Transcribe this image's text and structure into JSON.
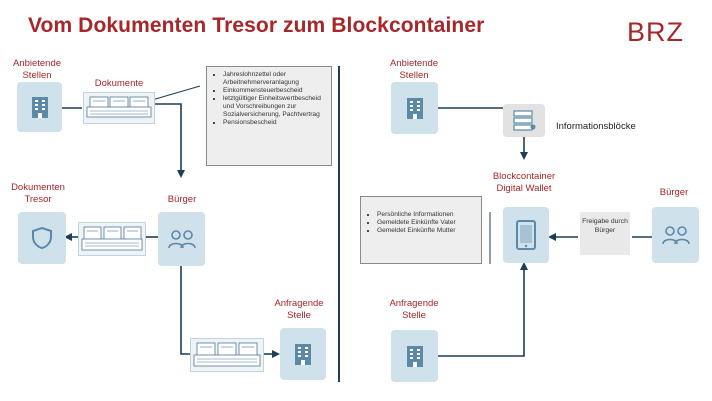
{
  "title": "Vom Dokumenten Tresor zum Blockcontainer",
  "brand": "BRZ",
  "left": {
    "anbietende_label": "Anbietende Stellen",
    "dokumente_label": "Dokumente",
    "tresor_label": "Dokumenten Tresor",
    "buerger_label": "Bürger",
    "anfragende_label": "Anfragende Stelle",
    "document_list": [
      "Jahreslohnzettel oder Arbeitnehmerveranlagung",
      "Einkommensteuerbescheid",
      "letztgültiger Einheitswertbescheid und Vorschreibungen zur Sozialversicherung, Pachtvertrag",
      "Pensionsbescheid"
    ]
  },
  "right": {
    "anbietende_label": "Anbietende Stellen",
    "informationsbloecke_label": "Informationsblöcke",
    "blockcontainer_label": "Blockcontainer Digital Wallet",
    "buerger_label": "Bürger",
    "freigabe_label": "Freigabe durch Bürger",
    "anfragende_label": "Anfragende Stelle",
    "info_list": [
      "Persönliche Informationen",
      "Gemeldete Einkünfte Vater",
      "Gemeldet Einkünfte Mutter"
    ]
  },
  "colors": {
    "accent": "#a8262a",
    "node_fill": "#cfe1ea",
    "icon": "#5b89a8",
    "arrow": "#1e3e58"
  },
  "icons": [
    "building-icon",
    "document-icon",
    "shield-icon",
    "people-icon",
    "database-icon",
    "tablet-icon"
  ]
}
